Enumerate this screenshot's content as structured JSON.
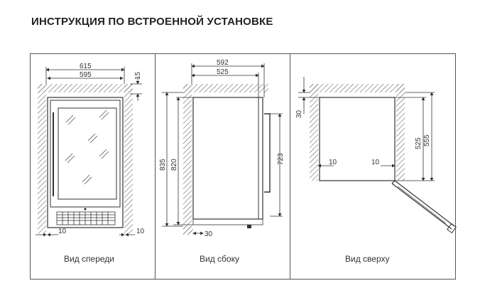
{
  "title": "ИНСТРУКЦИЯ ПО ВСТРОЕННОЙ УСТАНОВКЕ",
  "front": {
    "caption": "Вид спереди",
    "dim_outer_width": "615",
    "dim_inner_width": "595",
    "dim_top_gap": "15",
    "dim_left_gap": "10",
    "dim_right_gap": "10"
  },
  "side": {
    "caption": "Вид сбоку",
    "dim_outer_depth": "592",
    "dim_inner_depth": "525",
    "dim_outer_height": "835",
    "dim_inner_height": "820",
    "dim_door_height": "723",
    "dim_bottom_gap": "30"
  },
  "top": {
    "caption": "Вид сверху",
    "dim_back_gap": "30",
    "dim_left_gap": "10",
    "dim_right_gap": "10",
    "dim_depth_inner": "525",
    "dim_depth_outer": "555"
  },
  "colors": {
    "line": "#333333",
    "hatch": "#666666",
    "frame": "#555555"
  }
}
